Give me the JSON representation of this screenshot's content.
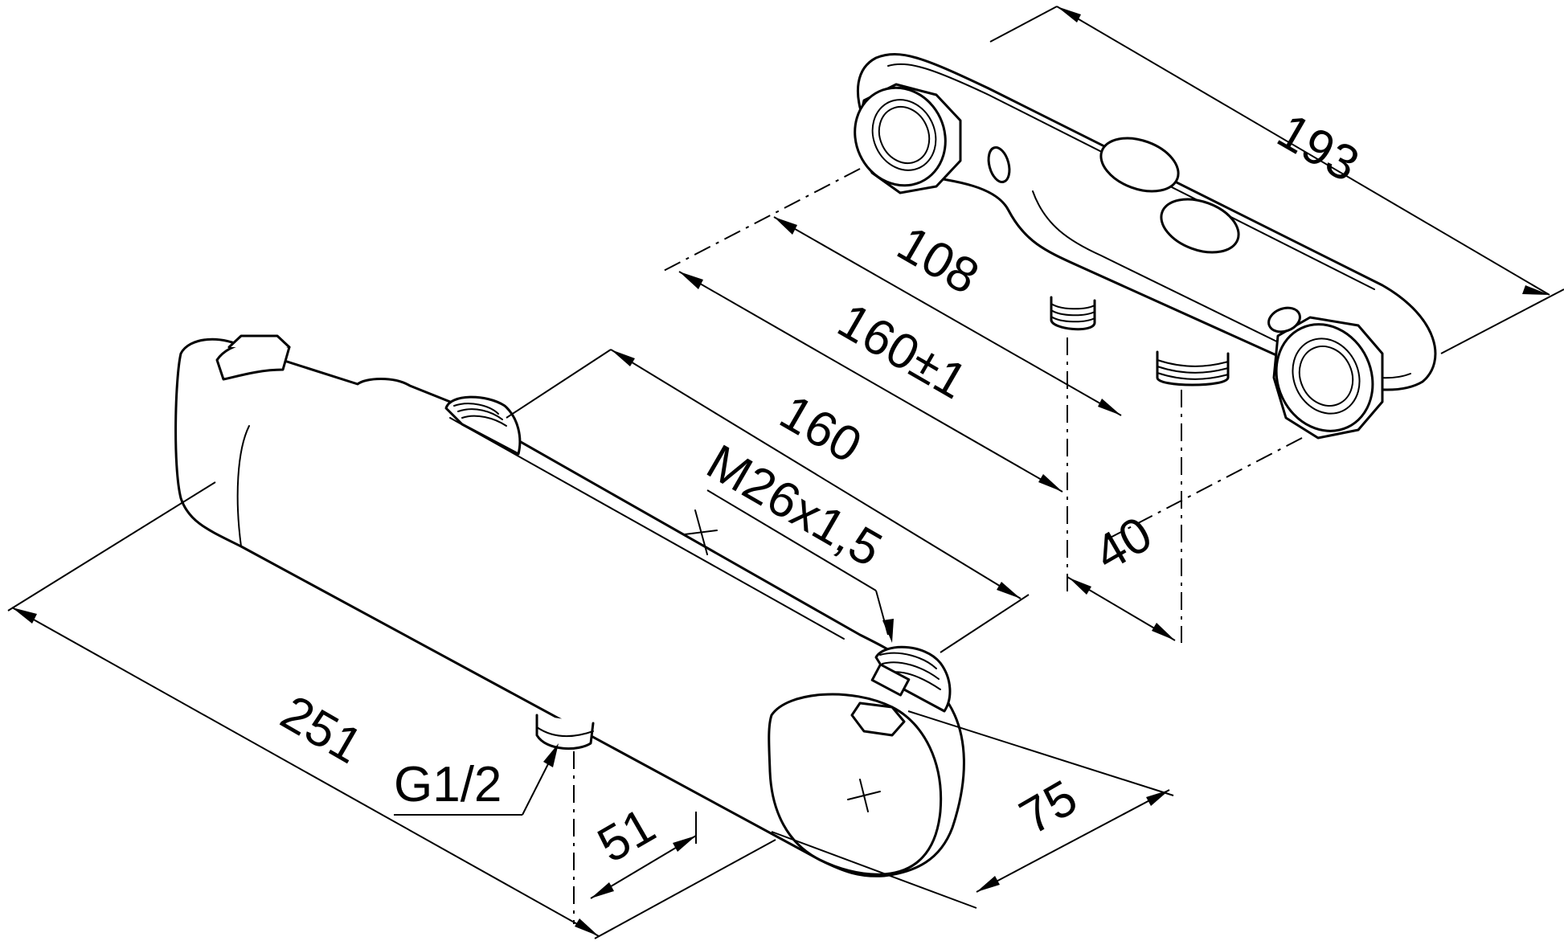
{
  "dimensions": {
    "width_bracket": "193",
    "centre_holes": "108",
    "centre_connections_tolerance": "160±1",
    "centre_inlets": "160",
    "thread_inlet": "M26x1,5",
    "depth_offset": "40",
    "total_length": "251",
    "outlet_thread": "G1/2",
    "outlet_offset": "51",
    "body_diameter": "75"
  }
}
